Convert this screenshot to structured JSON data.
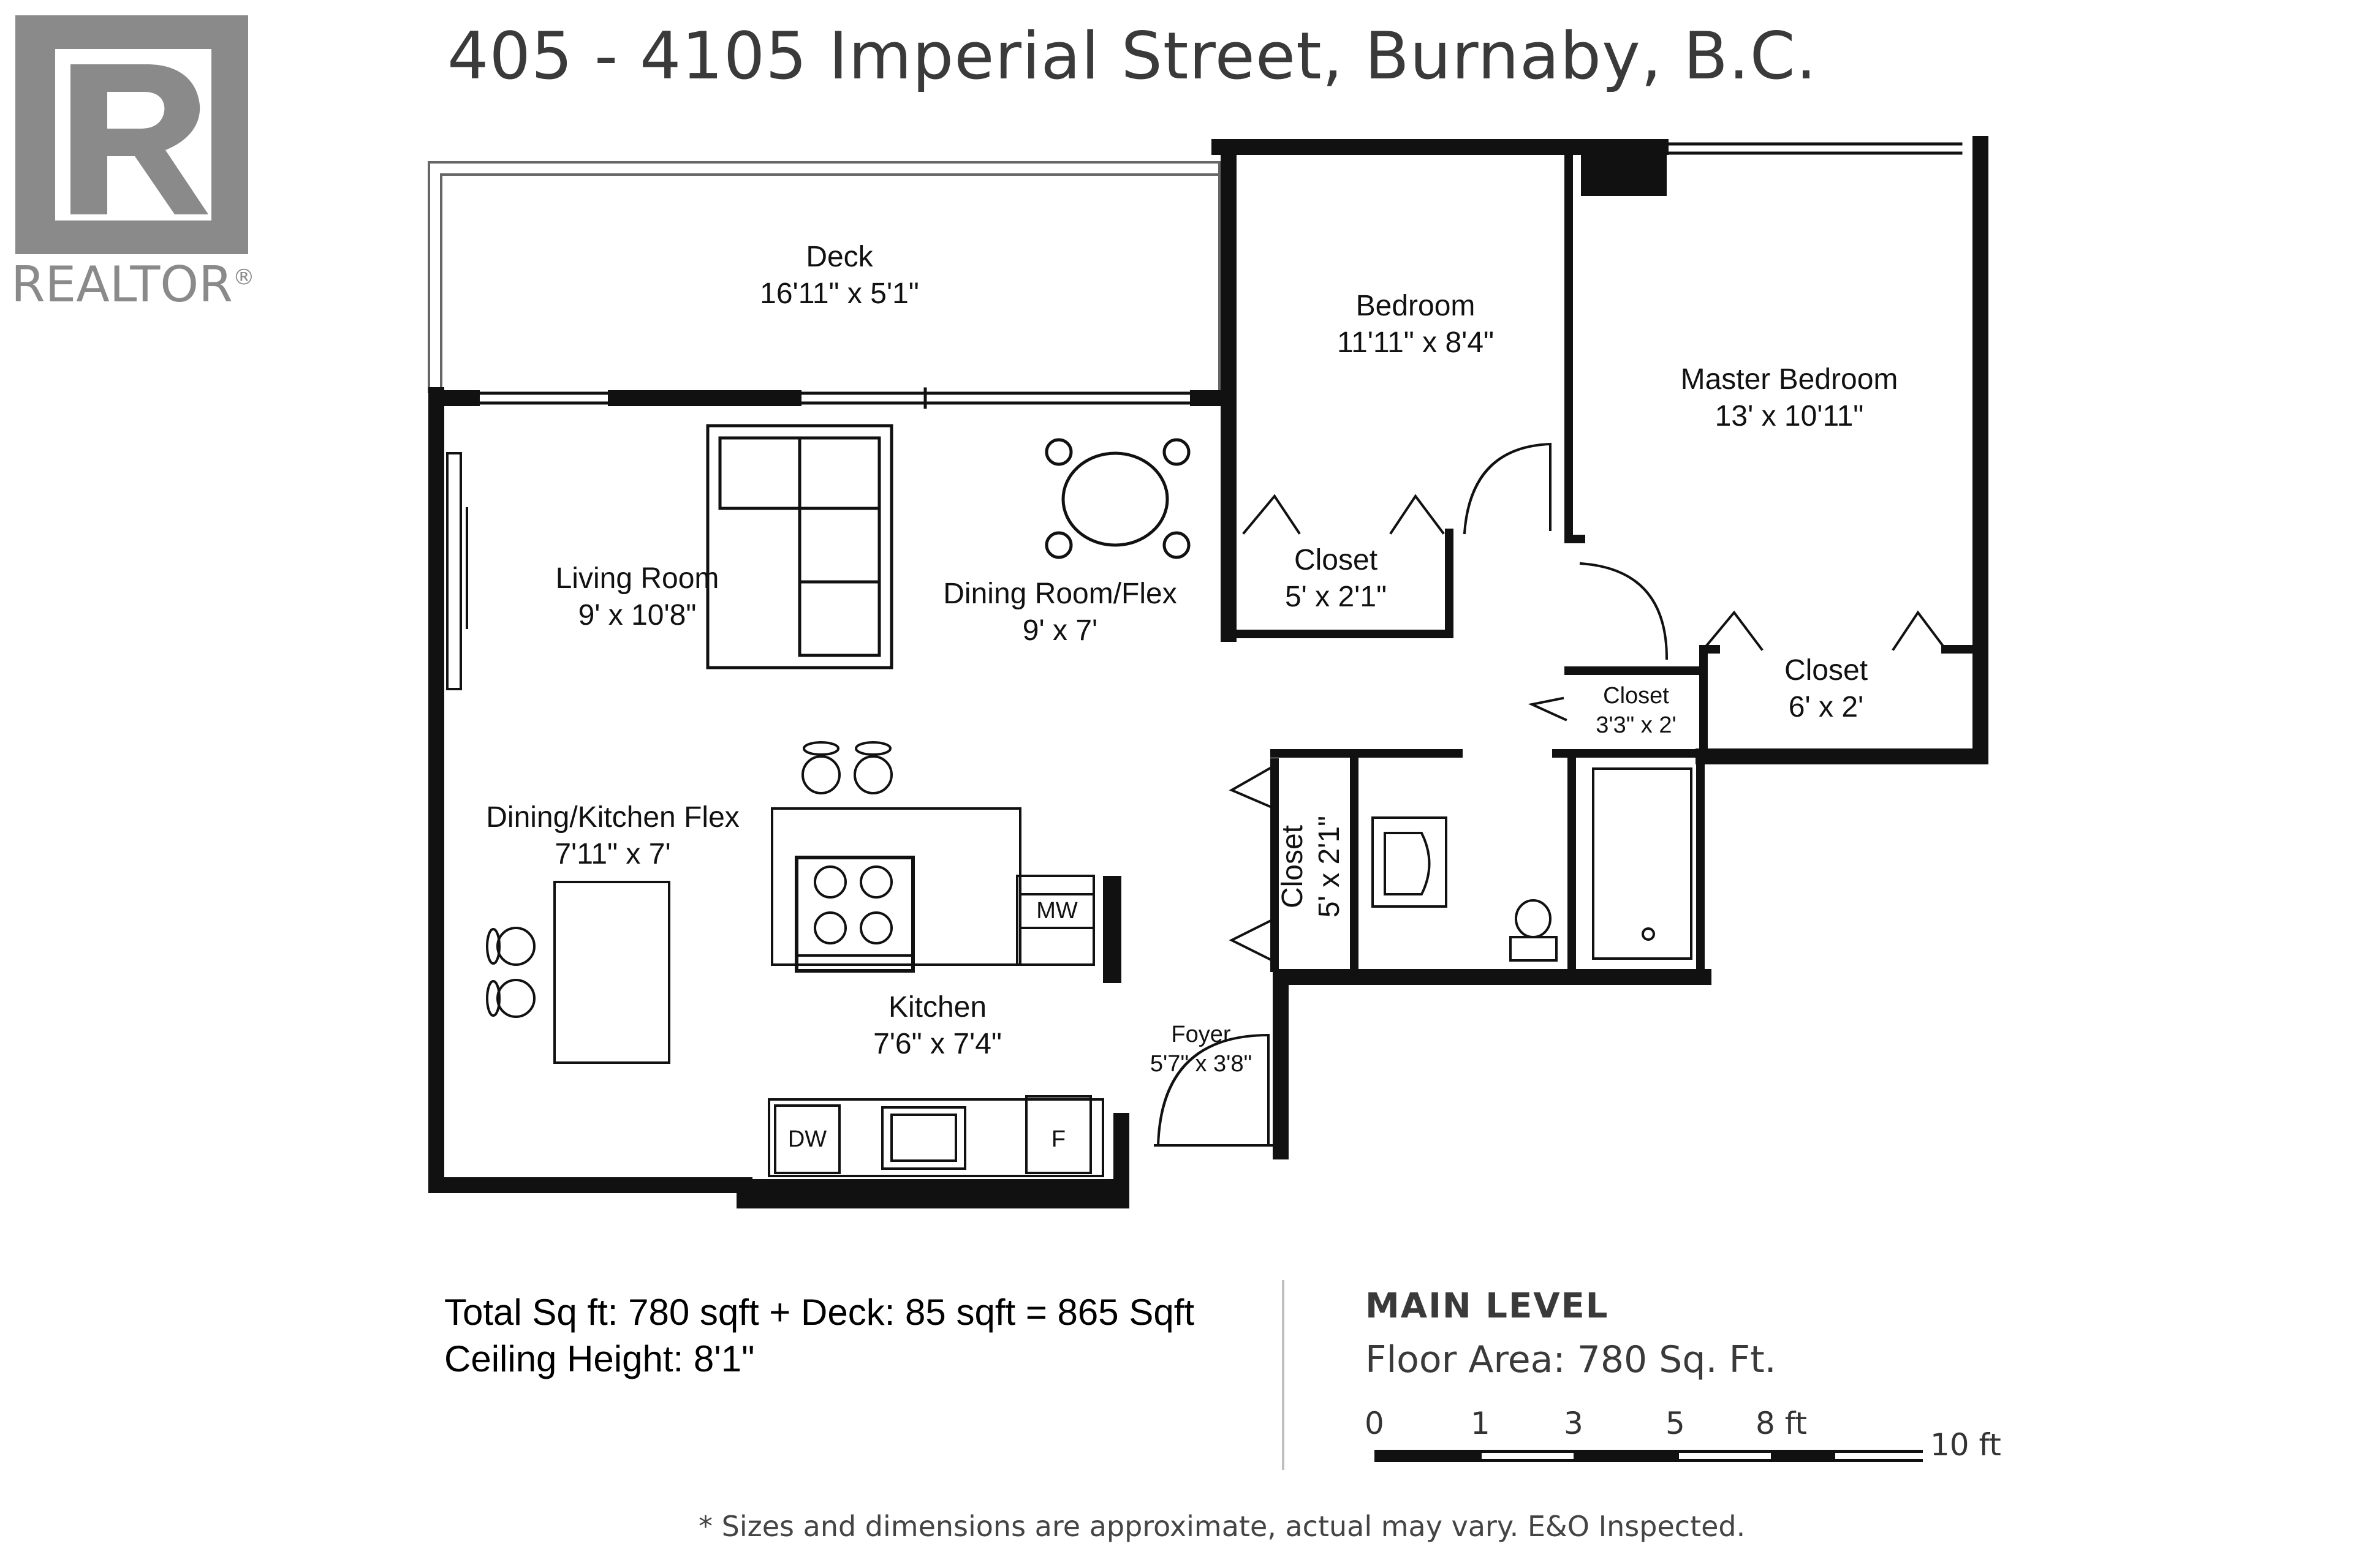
{
  "header": {
    "title": "405 - 4105 Imperial Street, Burnaby, B.C.",
    "logo_letter": "R",
    "logo_word": "REALTOR",
    "logo_reg": "®"
  },
  "rooms": {
    "deck": {
      "name": "Deck",
      "dim": "16'11\" x 5'1\""
    },
    "bedroom": {
      "name": "Bedroom",
      "dim": "11'11\" x 8'4\""
    },
    "master_bedroom": {
      "name": "Master Bedroom",
      "dim": "13' x 10'11\""
    },
    "living_room": {
      "name": "Living Room",
      "dim": "9' x 10'8\""
    },
    "dining_flex": {
      "name": "Dining Room/Flex",
      "dim": "9' x 7'"
    },
    "bedroom_closet": {
      "name": "Closet",
      "dim": "5' x 2'1\""
    },
    "master_closet": {
      "name": "Closet",
      "dim": "6' x 2'"
    },
    "hall_closet": {
      "name": "Closet",
      "dim": "3'3\" x 2'"
    },
    "entry_closet": {
      "name": "Closet",
      "dim": "5' x 2'1\""
    },
    "dining_kitchen_flex": {
      "name": "Dining/Kitchen Flex",
      "dim": "7'11\" x 7'"
    },
    "kitchen": {
      "name": "Kitchen",
      "dim": "7'6\" x 7'4\""
    },
    "foyer": {
      "name": "Foyer",
      "dim": "5'7\" x 3'8\""
    }
  },
  "fixtures": {
    "microwave": "MW",
    "dishwasher": "DW",
    "fridge": "F"
  },
  "summary": {
    "total": "Total Sq ft: 780 sqft + Deck: 85 sqft = 865 Sqft",
    "ceiling": "Ceiling Height: 8'1\""
  },
  "legend": {
    "level": "MAIN LEVEL",
    "floor_area": "Floor Area: 780 Sq. Ft.",
    "scale_labels": [
      "0",
      "1",
      "3",
      "5",
      "8 ft",
      "10 ft"
    ]
  },
  "footer": {
    "disclaimer": "* Sizes and dimensions are approximate, actual may vary. E&O Inspected."
  },
  "colors": {
    "wall": "#111111",
    "logo": "#8a8a8a",
    "text": "#1a1a1a"
  }
}
